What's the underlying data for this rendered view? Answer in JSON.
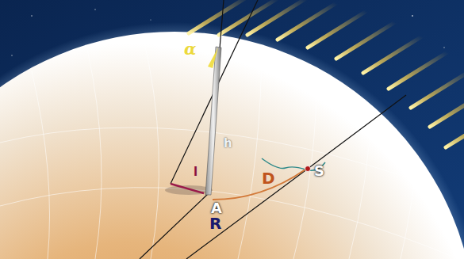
{
  "diagram": {
    "labels": [
      "α",
      "h",
      "l",
      "A",
      "D",
      "S",
      "R"
    ]
  }
}
